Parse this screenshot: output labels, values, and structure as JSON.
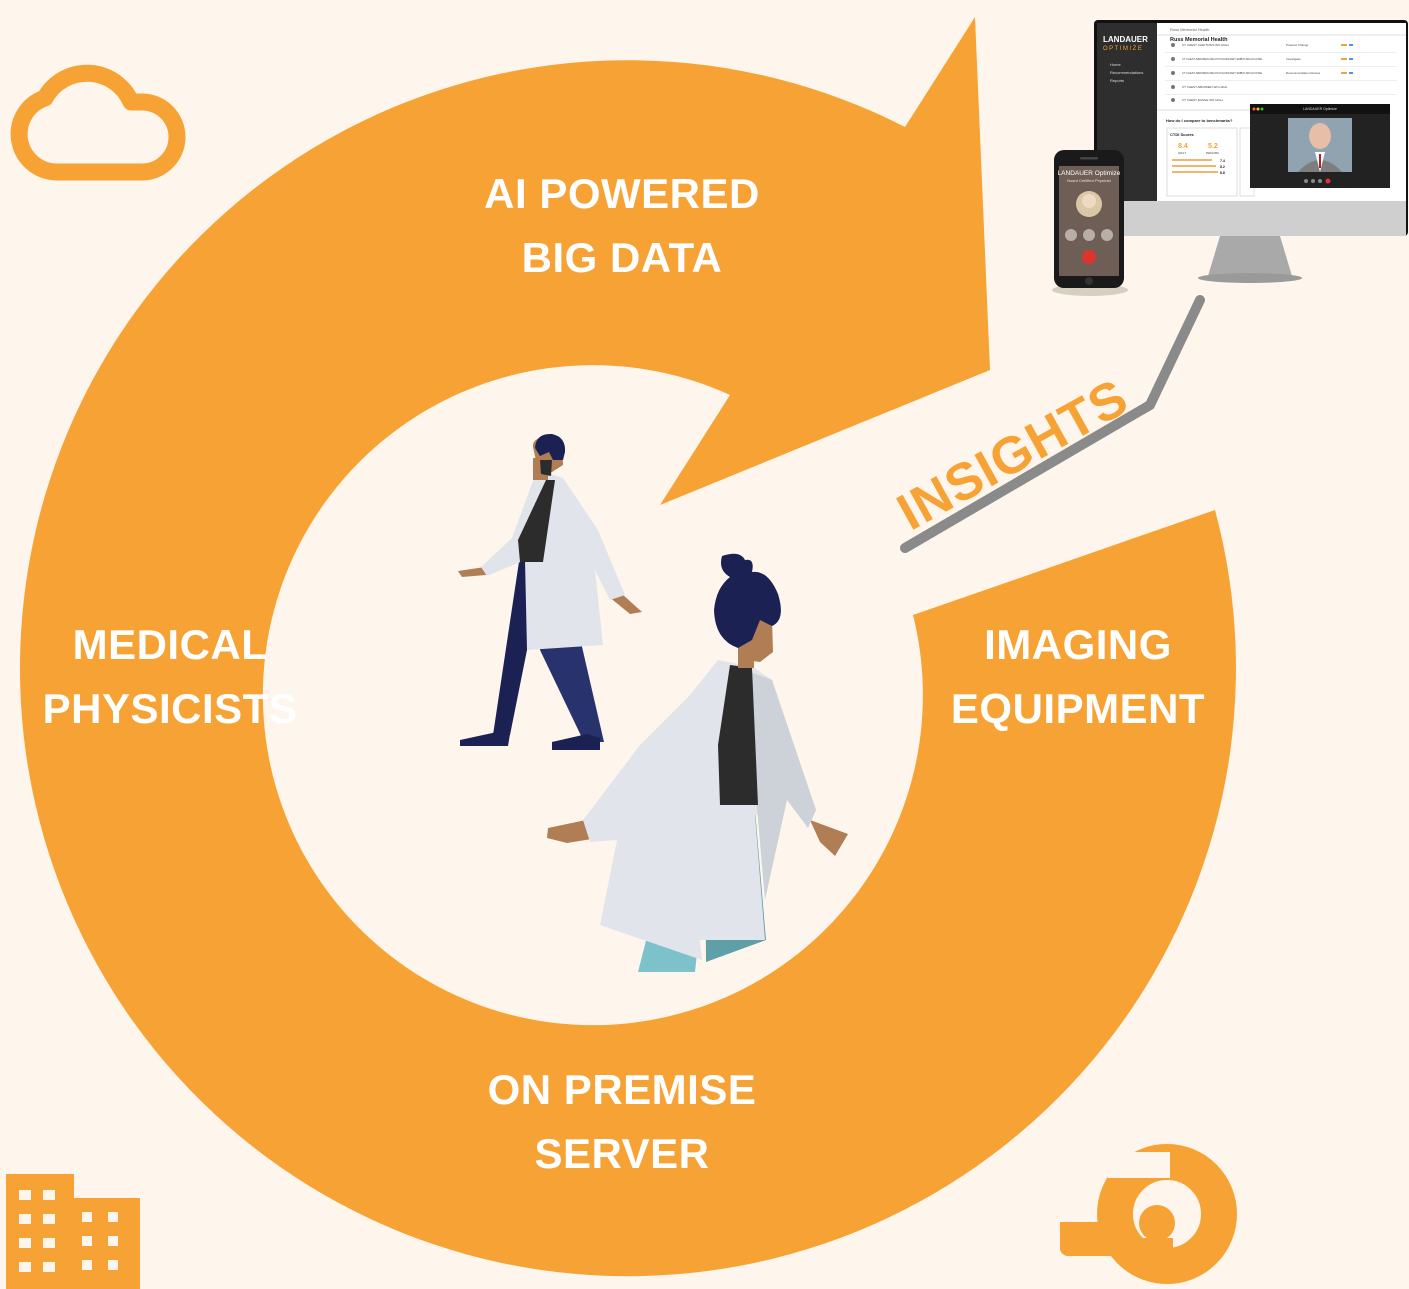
{
  "labels": {
    "ai": [
      "AI POWERED",
      "BIG DATA"
    ],
    "medical": [
      "MEDICAL",
      "PHYSICISTS"
    ],
    "imaging": [
      "IMAGING",
      "EQUIPMENT"
    ],
    "premise": [
      "ON PREMISE",
      "SERVER"
    ],
    "insights": "INSIGHTS"
  },
  "monitor": {
    "brand": "LANDAUER",
    "brand_sub": "OPTIMIZE",
    "hospital_small": "Russ Memorial Health",
    "hospital": "Russ Memorial Health",
    "nav": [
      "Home",
      "Recommendations",
      "Reports"
    ],
    "rows": [
      {
        "name": "CT CHEST CLEFTOSIS WO HIGH",
        "status": "Protocol Change"
      },
      {
        "name": "CT CHEST ABDOMEN PELVIS PULMONARY EMBOLISM HI DOSE",
        "status": "Investigate"
      },
      {
        "name": "CT CHEST ABDOMEN PELVIS PULMONARY EMBOLISM HI DOSE",
        "status": "Recommendation Review"
      },
      {
        "name": "CT CHEST ABDOMEN WO HIGH",
        "status": ""
      },
      {
        "name": "CT CHEST RANGE WO HIGH",
        "status": ""
      }
    ],
    "benchmark_q": "How do I compare to benchmarks?",
    "ctdi_title": "CTDI Scores",
    "score_adult": "8.4",
    "score_adult_label": "ADULT",
    "score_ped": "5.2",
    "score_ped_label": "PEDIATRIC",
    "bar_values": [
      "7.4",
      "8.2",
      "8.8"
    ],
    "video_title": "LANDAUER Optimize"
  },
  "phone": {
    "title": "LANDAUER Optimize",
    "subtitle": "Board Certified Physicist"
  },
  "colors": {
    "orange": "#F7A234",
    "background": "#FEF6EC",
    "navy": "#1B2152",
    "coat": "#E1E4EA",
    "skin": "#B07D54",
    "teal": "#5E9FA8",
    "connector": "#8A8A8A"
  },
  "icons": [
    "cloud-icon",
    "building-icon",
    "ct-scanner-icon"
  ]
}
